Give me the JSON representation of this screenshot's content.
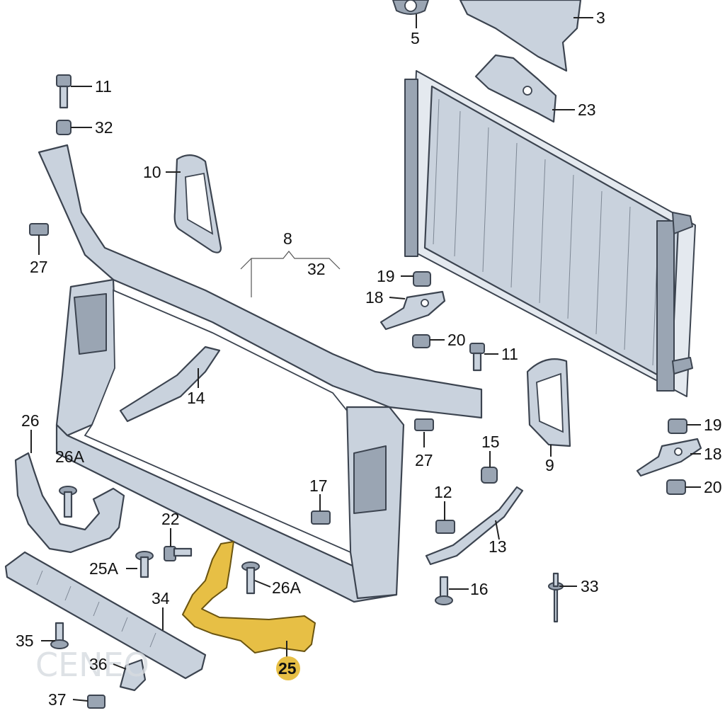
{
  "labels": {
    "p5": "5",
    "p3": "3",
    "p23": "23",
    "p11a": "11",
    "p32a": "32",
    "p10": "10",
    "p8": "8",
    "p32b": "32",
    "p27a": "27",
    "p19a": "19",
    "p18a": "18",
    "p20a": "20",
    "p11b": "11",
    "p14": "14",
    "p26": "26",
    "p26A_a": "26A",
    "p27b": "27",
    "p9": "9",
    "p19b": "19",
    "p18b": "18",
    "p20b": "20",
    "p15": "15",
    "p17": "17",
    "p12": "12",
    "p22": "22",
    "p13": "13",
    "p25A": "25A",
    "p26A_b": "26A",
    "p16": "16",
    "p33": "33",
    "p34": "34",
    "p35": "35",
    "p36": "36",
    "p37": "37",
    "p25": "25"
  },
  "highlight": {
    "part": "25",
    "color": "#e7bf45"
  },
  "watermark": {
    "text": "CENEO"
  }
}
